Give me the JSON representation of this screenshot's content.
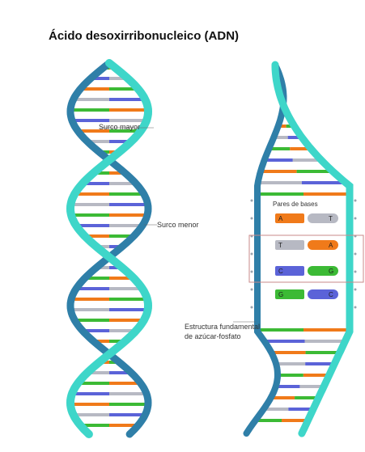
{
  "title": "Ácido desoxirribonucleico (ADN)",
  "labels": {
    "surco_mayor": "Surco mayor",
    "surco_menor": "Surco menor",
    "pares_de_bases": "Pares de bases",
    "estructura": "Estructura fundamental de azúcar-fosfato"
  },
  "base_pairs": [
    {
      "left": "A",
      "right": "T",
      "left_color": "#f07a1a",
      "right_color": "#b7b9c3"
    },
    {
      "left": "T",
      "right": "A",
      "left_color": "#b7b9c3",
      "right_color": "#f07a1a"
    },
    {
      "left": "C",
      "right": "G",
      "left_color": "#5b63d8",
      "right_color": "#3cba35"
    },
    {
      "left": "G",
      "right": "C",
      "left_color": "#3cba35",
      "right_color": "#5b63d8"
    }
  ],
  "colors": {
    "strand_light": "#3ed6c9",
    "strand_dark": "#2f7fa8",
    "adenine": "#f07a1a",
    "thymine": "#b7b9c3",
    "cytosine": "#5b63d8",
    "guanine": "#3cba35",
    "highlight_box": "#c98a8a"
  }
}
